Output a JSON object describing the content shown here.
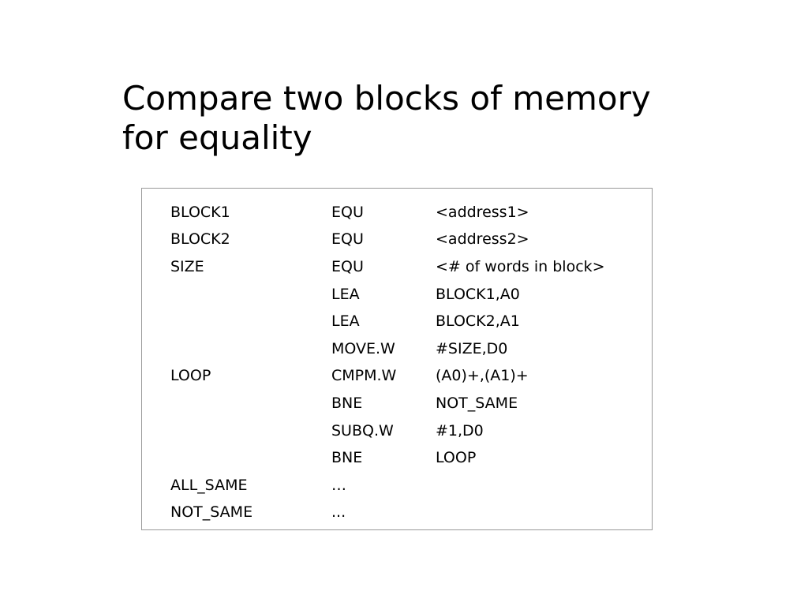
{
  "slide": {
    "title_lines": [
      "Compare two blocks of memory",
      "for equality"
    ]
  },
  "code": {
    "rows": [
      {
        "label": "BLOCK1",
        "op": "EQU",
        "arg": "<address1>"
      },
      {
        "label": "BLOCK2",
        "op": "EQU",
        "arg": "<address2>"
      },
      {
        "label": "SIZE",
        "op": "EQU",
        "arg": "<# of words in block>"
      },
      {
        "label": "",
        "op": "LEA",
        "arg": "BLOCK1,A0"
      },
      {
        "label": "",
        "op": "LEA",
        "arg": "BLOCK2,A1"
      },
      {
        "label": "",
        "op": "MOVE.W",
        "arg": "#SIZE,D0"
      },
      {
        "label": "LOOP",
        "op": "CMPM.W",
        "arg": "(A0)+,(A1)+"
      },
      {
        "label": "",
        "op": "BNE",
        "arg": "NOT_SAME"
      },
      {
        "label": "",
        "op": "SUBQ.W",
        "arg": "#1,D0"
      },
      {
        "label": "",
        "op": "BNE",
        "arg": "LOOP"
      },
      {
        "label": "ALL_SAME",
        "op": "…",
        "arg": ""
      },
      {
        "label": "NOT_SAME",
        "op": "...",
        "arg": ""
      }
    ]
  }
}
